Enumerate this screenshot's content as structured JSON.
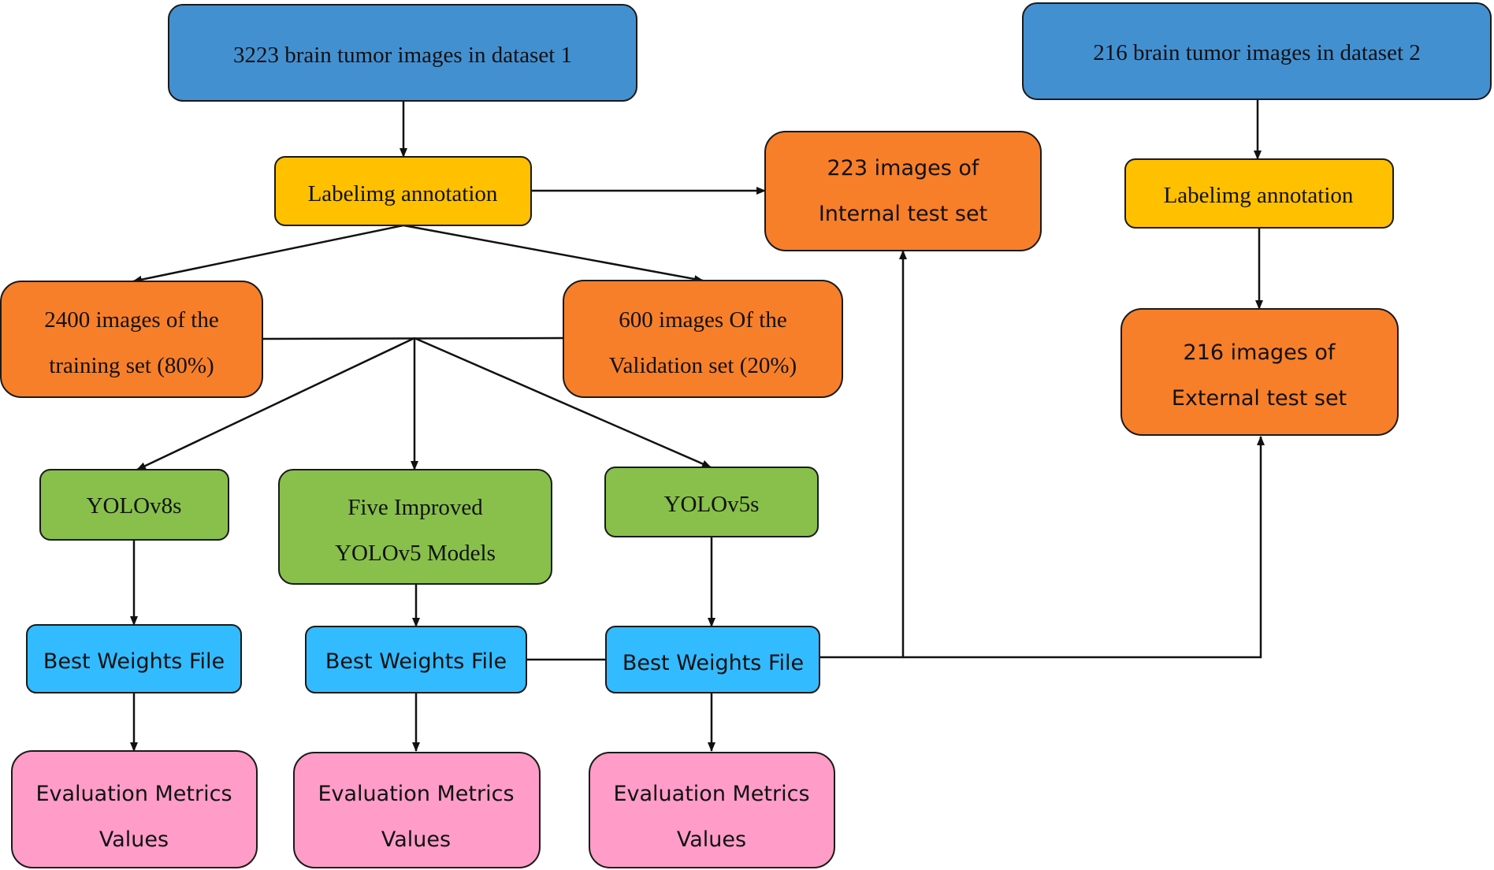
{
  "colors": {
    "blue": "#4390d1",
    "yellow": "#ffc000",
    "orange": "#f77f2a",
    "green": "#88c04b",
    "cyan": "#33bbff",
    "pink": "#ff9dc8"
  },
  "nodes": {
    "dataset1": {
      "lines": [
        "3223 brain tumor images in dataset 1"
      ]
    },
    "dataset2": {
      "lines": [
        "216 brain tumor images in dataset 2"
      ]
    },
    "label1": {
      "lines": [
        "Labelimg annotation"
      ]
    },
    "label2": {
      "lines": [
        "Labelimg annotation"
      ]
    },
    "internal_test": {
      "lines": [
        "223 images of",
        "Internal test set"
      ]
    },
    "training": {
      "lines": [
        "2400 images of the",
        "training set (80%)"
      ]
    },
    "validation": {
      "lines": [
        "600 images  Of the",
        "Validation set (20%)"
      ]
    },
    "external_test": {
      "lines": [
        "216 images of",
        "External test set"
      ]
    },
    "yolov8s": {
      "lines": [
        "YOLOv8s"
      ]
    },
    "improved": {
      "lines": [
        "Five Improved",
        "YOLOv5 Models"
      ]
    },
    "yolov5s": {
      "lines": [
        "YOLOv5s"
      ]
    },
    "weights1": {
      "lines": [
        "Best Weights File"
      ]
    },
    "weights2": {
      "lines": [
        "Best Weights File"
      ]
    },
    "weights3": {
      "lines": [
        "Best Weights File"
      ]
    },
    "eval1": {
      "lines": [
        "Evaluation Metrics",
        "Values"
      ]
    },
    "eval2": {
      "lines": [
        "Evaluation Metrics",
        "Values"
      ]
    },
    "eval3": {
      "lines": [
        "Evaluation Metrics",
        "Values"
      ]
    }
  }
}
